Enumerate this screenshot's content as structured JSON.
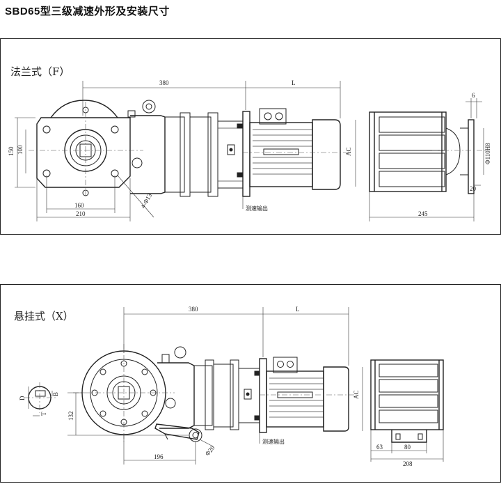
{
  "title": "SBD65型三级减速外形及安装尺寸",
  "flange": {
    "label": "法兰式（F）",
    "dims": {
      "d380": "380",
      "dL": "L",
      "d6": "6",
      "d150": "150",
      "d100": "100",
      "d160": "160",
      "d210": "210",
      "holes": "4-Φ13",
      "ac": "AC",
      "phi110": "Φ110H8",
      "d20": "20",
      "d245": "245"
    },
    "speed_port": "测速输出"
  },
  "hanging": {
    "label": "悬挂式（X）",
    "dims": {
      "d380": "380",
      "dL": "L",
      "d132": "132",
      "d196": "196",
      "phi20": "Φ20",
      "ac": "AC",
      "dD": "D",
      "dB": "B",
      "dT": "T",
      "d63": "63",
      "d80": "80",
      "d208": "208"
    },
    "speed_port": "测速输出"
  }
}
